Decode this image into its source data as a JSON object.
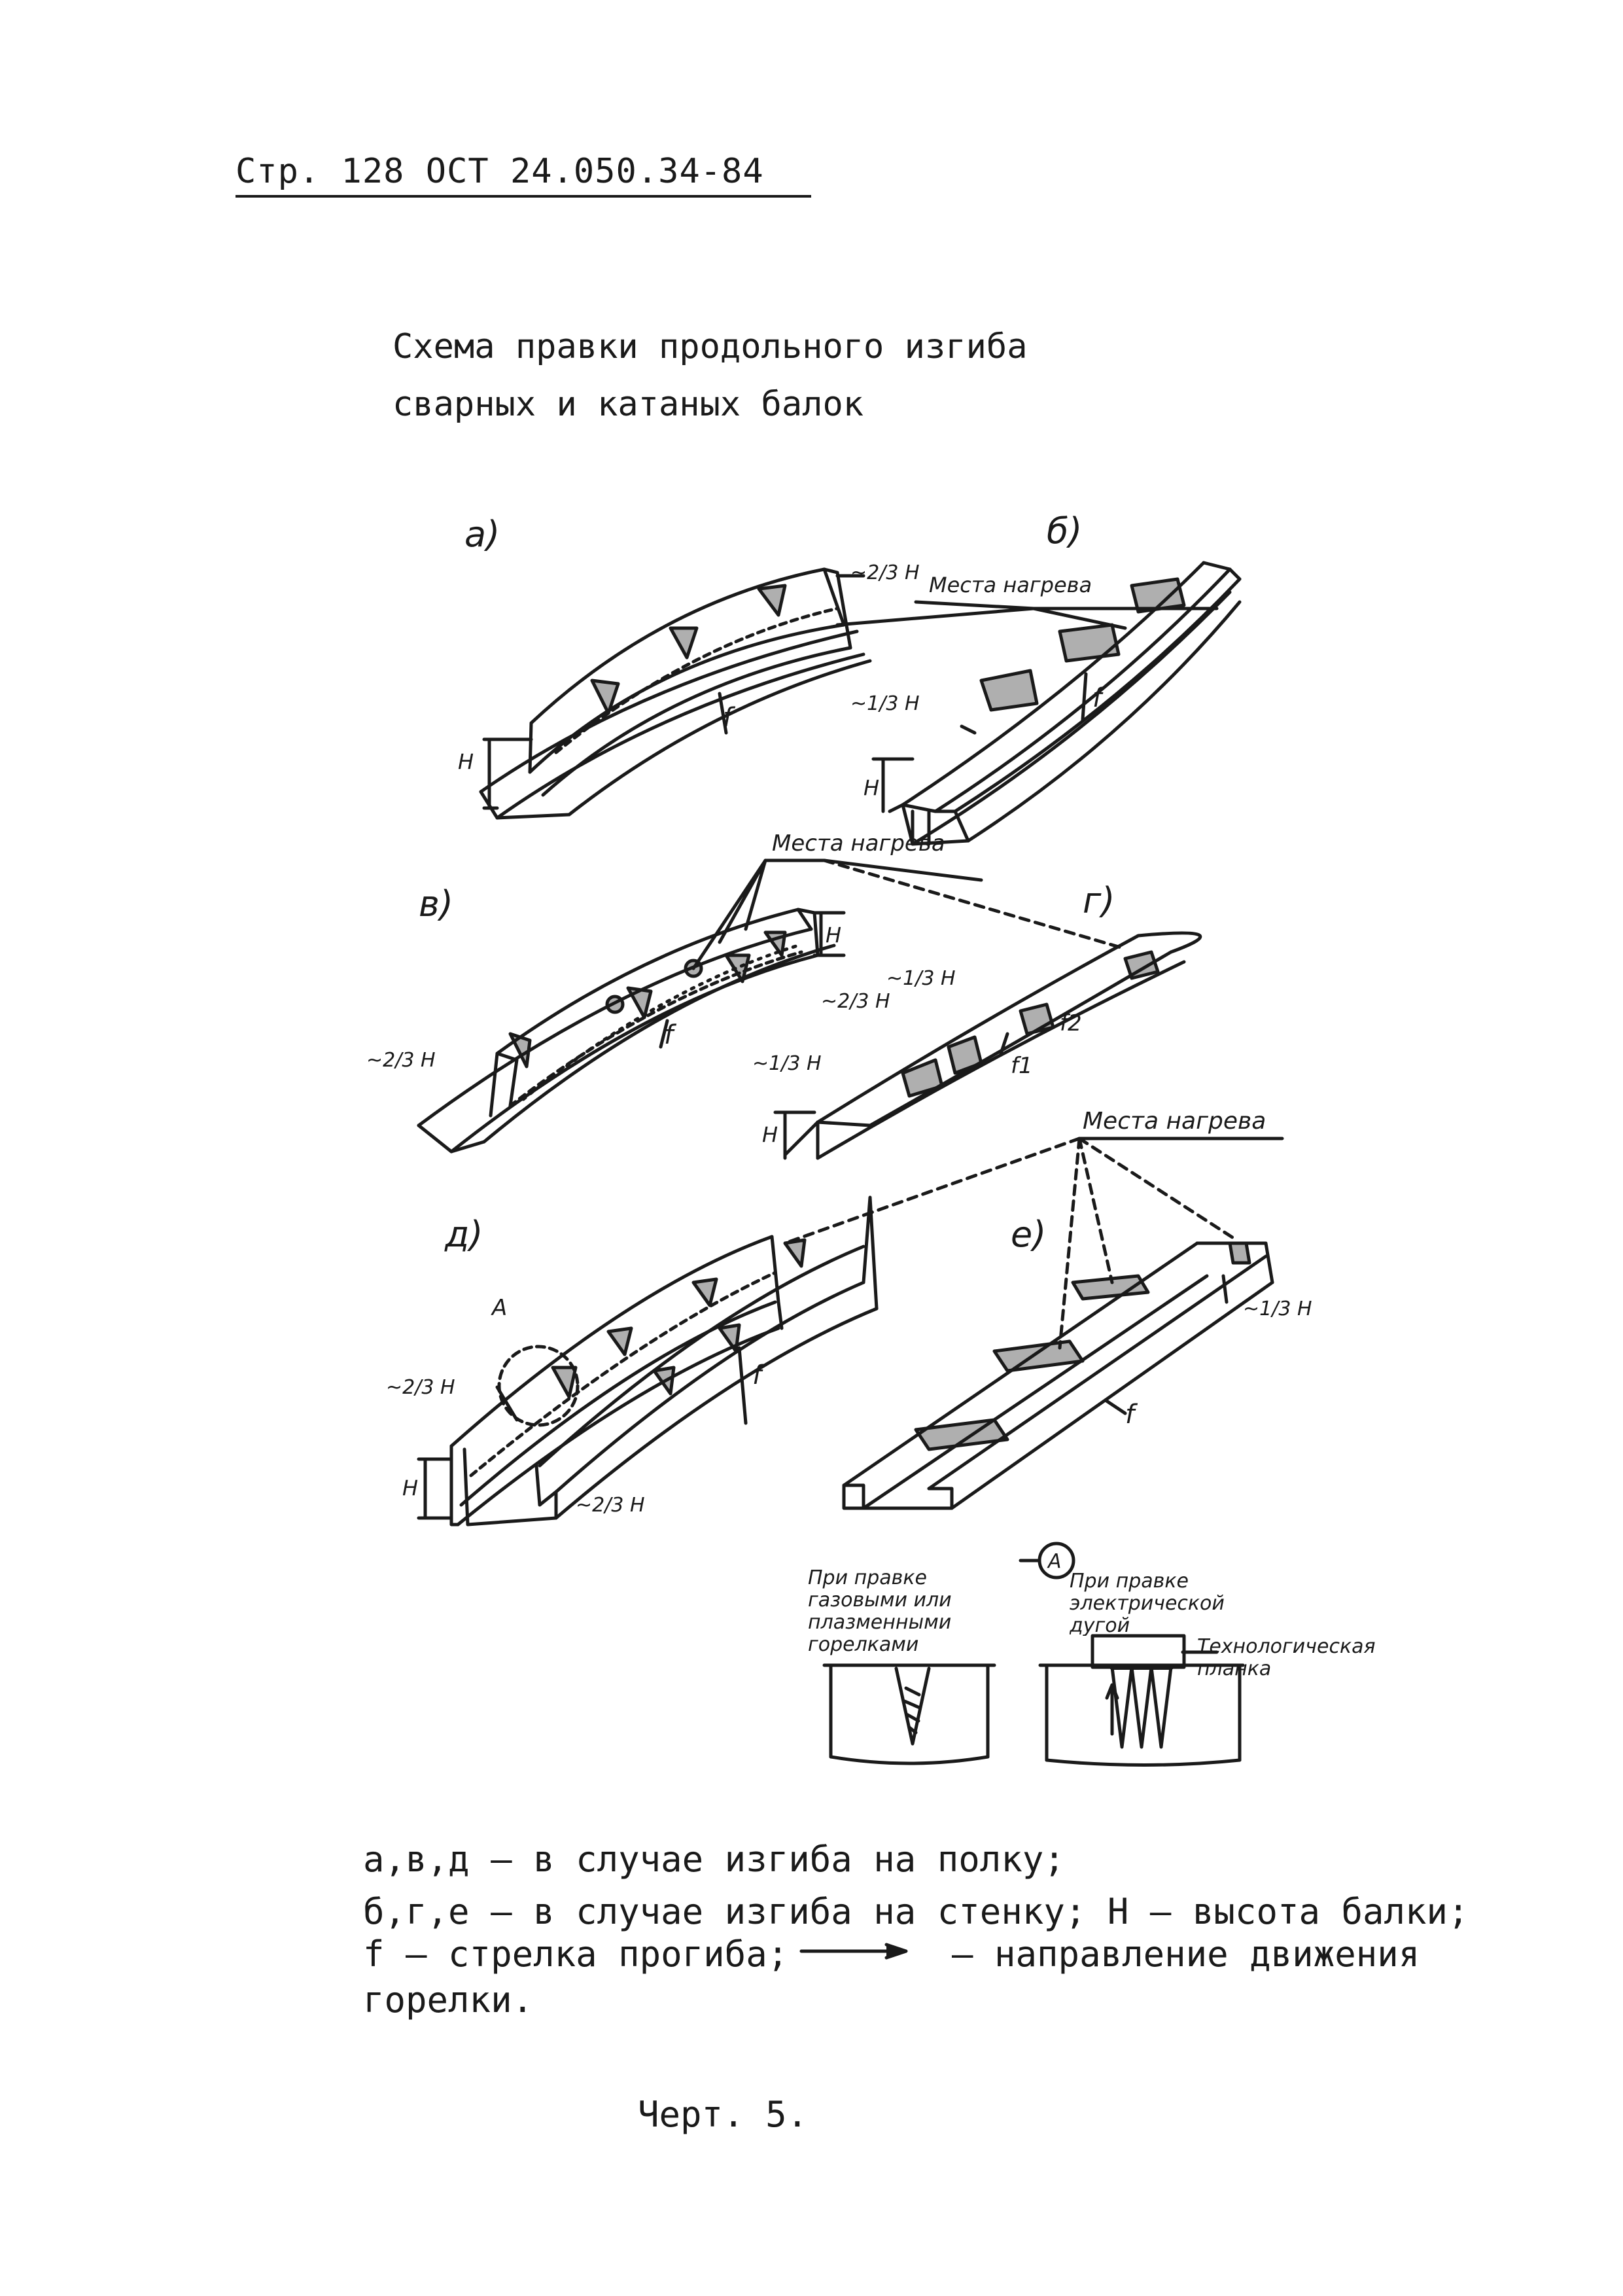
{
  "header": {
    "text": "Стр. 128 ОСТ 24.050.34-84"
  },
  "title": {
    "line1": "Схема правки продольного изгиба",
    "line2": "сварных и катаных балок"
  },
  "figure": {
    "labels": {
      "a": "а)",
      "b": "б)",
      "v": "в)",
      "g": "г)",
      "d": "д)",
      "e": "е)"
    },
    "heating_places": "Места нагрева",
    "height_symbol": "Н",
    "two_thirds_h": "~2/3 Н",
    "one_third_h": "~1/3 Н",
    "deflection": "f",
    "deflection_1": "f1",
    "deflection_2": "f2",
    "detail_marker": "А",
    "detail_gas": "При правке газовыми или плазменными горелками",
    "detail_arc": "При правке электрической дугой",
    "detail_tech_plate": "Технологическая планка"
  },
  "caption": {
    "line1": "а,в,д – в случае изгиба на полку;",
    "line2": "б,г,е – в случае изгиба на стенку; Н – высота балки;",
    "line3a": "f – стрелка прогиба;",
    "line3b": "– направление движения",
    "line4": "горелки."
  },
  "figure_number": "Черт. 5."
}
